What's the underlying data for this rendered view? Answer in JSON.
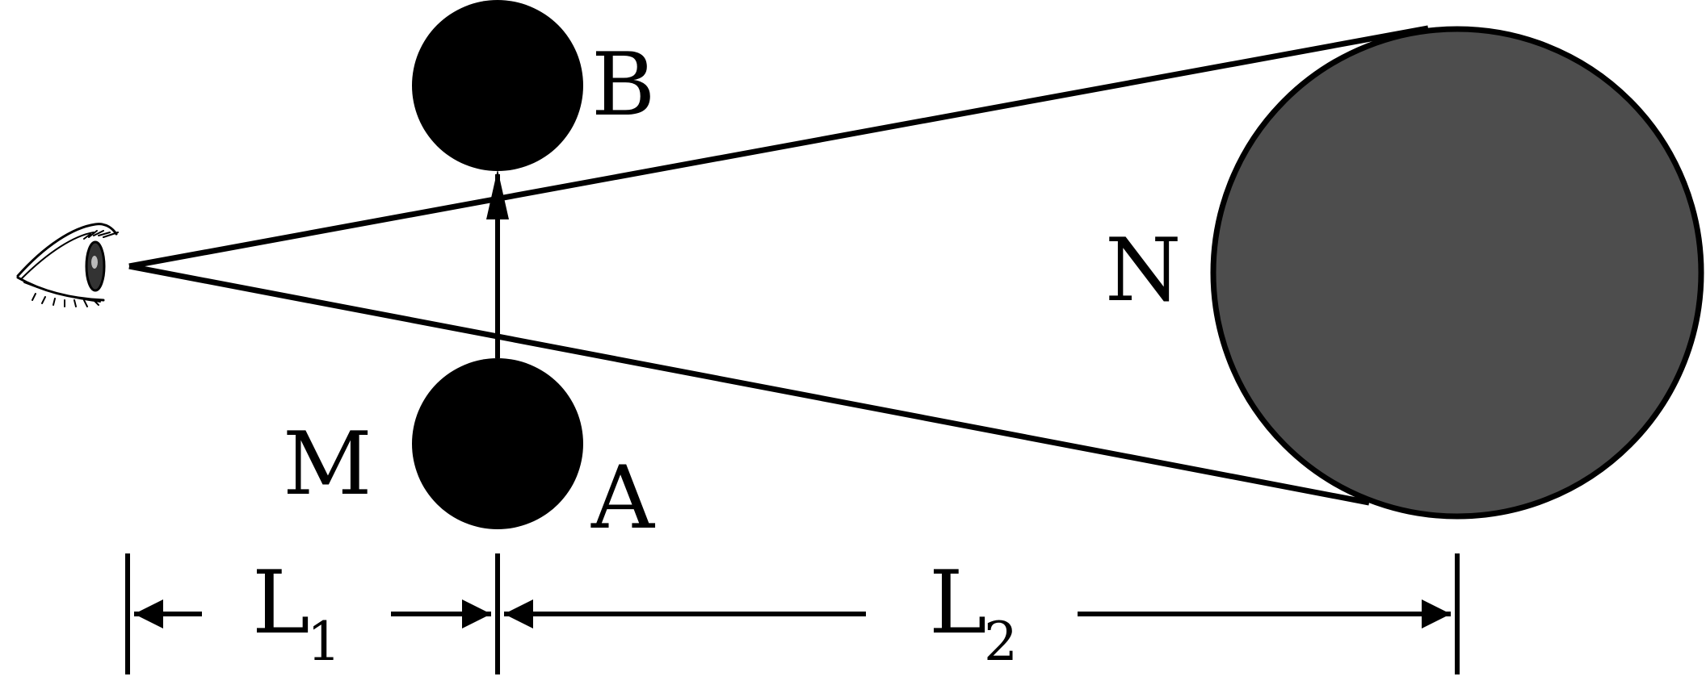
{
  "labels": {
    "b": "B",
    "n": "N",
    "m": "M",
    "a": "A",
    "l1_main": "L",
    "l1_sub": "1",
    "l2_main": "L",
    "l2_sub": "2"
  },
  "colors": {
    "ink": "#000000",
    "large_body_fill": "#4d4d4d",
    "background": "#ffffff"
  },
  "icons": {
    "observer": "eye-icon"
  }
}
